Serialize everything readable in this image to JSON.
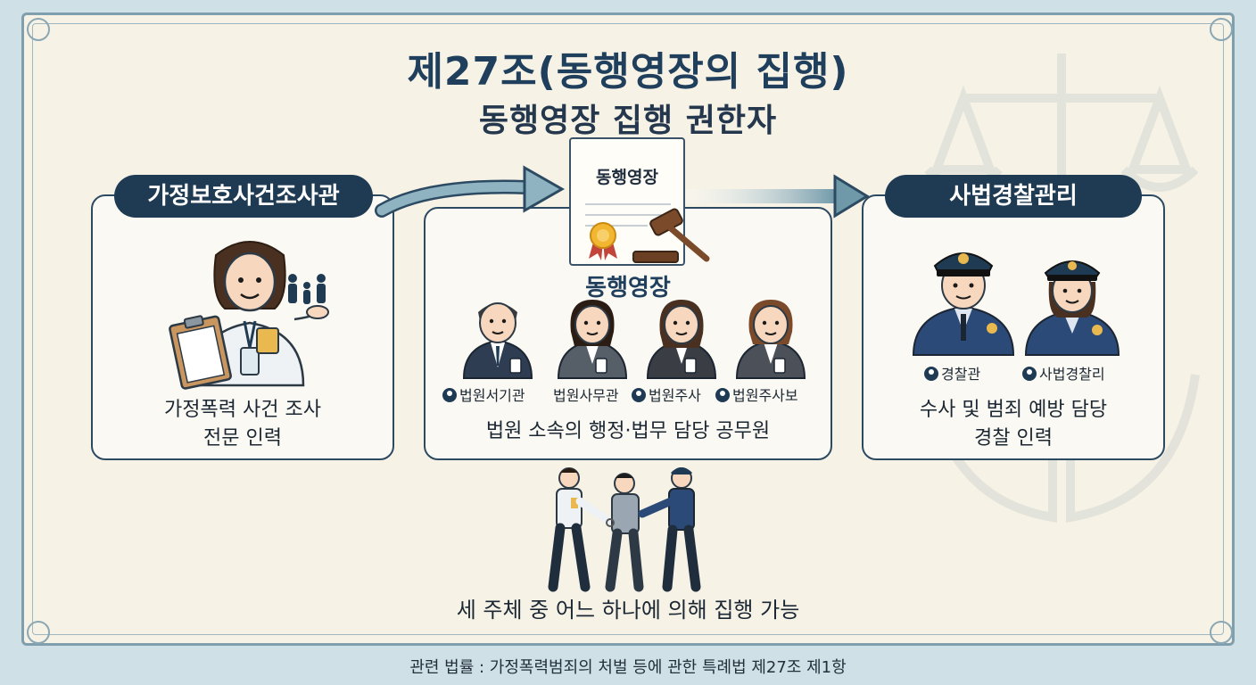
{
  "title": {
    "line1": "제27조(동행영장의 집행)",
    "line2": "동행영장 집행 권한자"
  },
  "left": {
    "header": "가정보호사건조사관",
    "description_line1": "가정폭력 사건 조사",
    "description_line2": "전문 인력"
  },
  "middle": {
    "document_title": "동행영장",
    "warrant_label": "동행영장",
    "roles": [
      "법원서기관",
      "법원사무관",
      "법원주사",
      "법원주사보"
    ],
    "description": "법원 소속의 행정·법무 담당 공무원"
  },
  "right": {
    "header": "사법경찰관리",
    "roles": [
      "경찰관",
      "사법경찰리"
    ],
    "description_line1": "수사 및 범죄 예방 담당",
    "description_line2": "경찰 인력"
  },
  "bottom_caption": "세 주체 중 어느 하나에 의해 집행 가능",
  "footer_note": "관련 법률 : 가정폭력범죄의 처벌 등에 관한 특례법 제27조 제1항",
  "colors": {
    "navy": "#1f3b53",
    "background": "#f6f2e6",
    "frame": "#7f9fae",
    "arrow": "#6f98a8"
  }
}
